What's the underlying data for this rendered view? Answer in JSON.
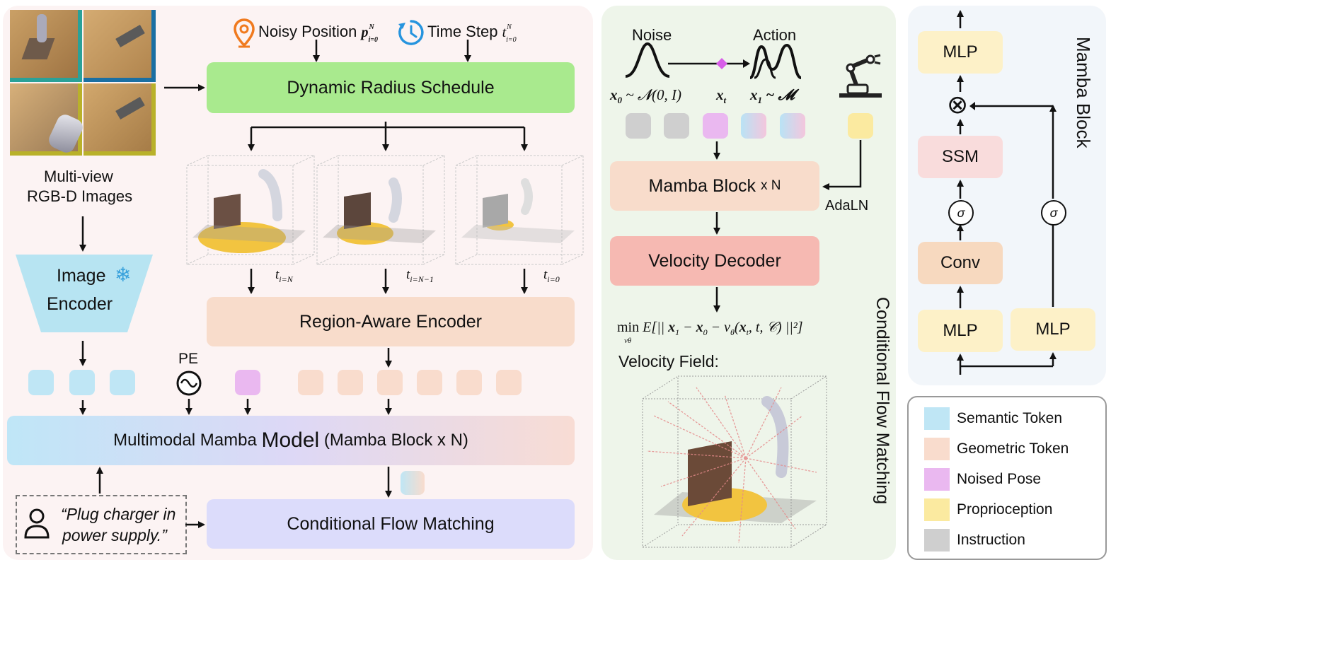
{
  "colors": {
    "panel_left": "#fcf3f3",
    "panel_mid": "#eef5ea",
    "panel_right": "#f2f6fa",
    "green_box": "#a9ea8e",
    "peach_box": "#f8dccb",
    "lavender_box": "#dcdcfb",
    "salmon_box": "#f6b9b2",
    "yellow_box": "#fdf1c8",
    "pink_box": "#f9dcdc",
    "conv_box": "#f7d9bf",
    "semantic": "#bfe6f5",
    "geometric": "#f9dccd",
    "noised": "#eab8f0",
    "proprio": "#fbeaa0",
    "instruction": "#cfcfcf",
    "encoder": "#b7e4f2"
  },
  "left": {
    "noisy_position_label": "Noisy Position",
    "noisy_position_math": "p",
    "noisy_position_sup": "N",
    "noisy_position_sub": "i=0",
    "time_step_label": "Time Step",
    "time_step_math": "t",
    "time_step_sup": "N",
    "time_step_sub": "i=0",
    "dynamic_radius": "Dynamic Radius Schedule",
    "multiview_line1": "Multi-view",
    "multiview_line2": "RGB-D Images",
    "image_encoder_line1": "Image",
    "image_encoder_line2": "Encoder",
    "t_labels": [
      {
        "math": "t",
        "sub": "i=N"
      },
      {
        "math": "t",
        "sub": "i=N−1"
      },
      {
        "math": "t",
        "sub": "i=0"
      }
    ],
    "region_aware": "Region-Aware Encoder",
    "pe_label": "PE",
    "multimodal_prefix": "Multimodal Mamba ",
    "multimodal_model": "Model",
    "multimodal_suffix": " (Mamba Block x N)",
    "instruction_line1": "“Plug charger in",
    "instruction_line2": "power supply.”",
    "cfm_box": "Conditional Flow Matching"
  },
  "middle": {
    "noise_label": "Noise",
    "action_label": "Action",
    "x0_formula": "x",
    "x0_sub": "0",
    "x0_dist": " ~ 𝓝(0, I)",
    "xt": "x",
    "xt_sub": "t",
    "x1": "x",
    "x1_sub": "1",
    "x1_dist": " ~ 𝓜",
    "mamba_block": "Mamba Block",
    "mamba_block_suffix": "x N",
    "adaln": "AdaLN",
    "velocity_decoder": "Velocity Decoder",
    "objective": "min E[|| x₁ − x₀ − v(xₜ, t, 𝒞) ||²]",
    "objective_min": "min",
    "objective_sub": "vθ",
    "velocity_field": "Velocity Field:",
    "vertical_title": "Conditional Flow Matching"
  },
  "right": {
    "vertical_title": "Mamba Block",
    "mlp_top": "MLP",
    "ssm": "SSM",
    "conv": "Conv",
    "mlp_left": "MLP",
    "mlp_right": "MLP",
    "sigma": "σ",
    "multiply": "⊗"
  },
  "legend": [
    {
      "label": "Semantic Token",
      "color": "#bfe6f5"
    },
    {
      "label": "Geometric Token",
      "color": "#f9dccd"
    },
    {
      "label": "Noised Pose",
      "color": "#eab8f0"
    },
    {
      "label": "Proprioception",
      "color": "#fbeaa0"
    },
    {
      "label": "Instruction",
      "color": "#cfcfcf"
    }
  ],
  "icons": [
    "location-pin-icon",
    "clock-icon",
    "snowflake-icon",
    "pe-wave-icon",
    "person-icon",
    "robot-arm-icon"
  ]
}
